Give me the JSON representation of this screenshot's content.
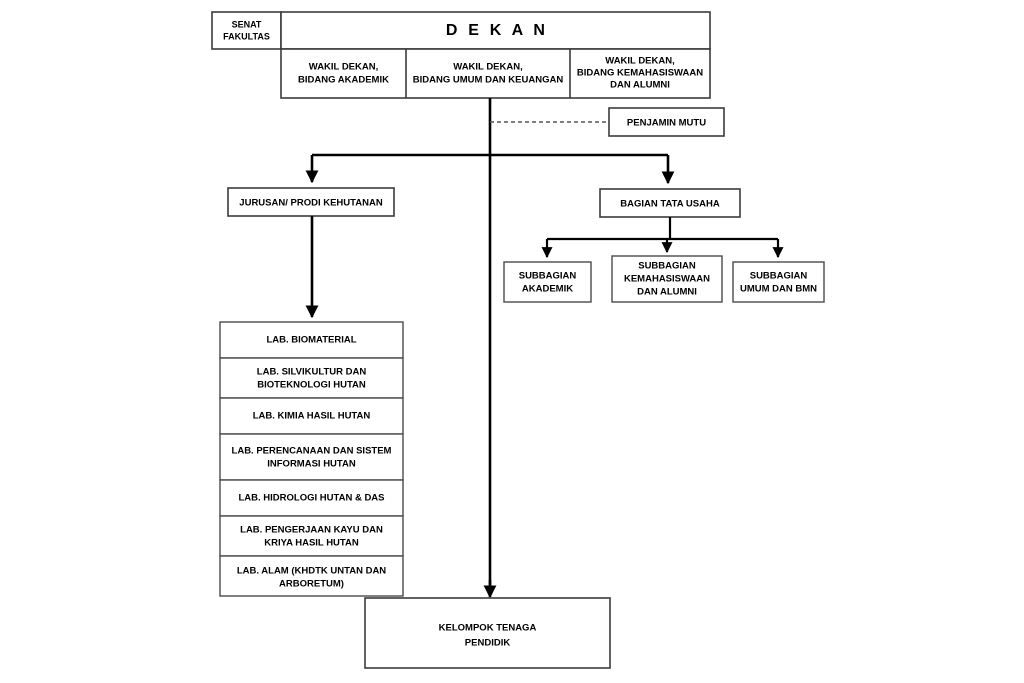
{
  "chart": {
    "type": "org-chart",
    "title": "DEKAN",
    "senat": "SENAT\nFAKULTAS",
    "senat_line1": "SENAT",
    "senat_line2": "FAKULTAS",
    "dekan_label": "D E K A N"
  },
  "wakil_dekan": [
    {
      "line1": "WAKIL DEKAN,",
      "line2": "BIDANG AKADEMIK",
      "line3": ""
    },
    {
      "line1": "WAKIL DEKAN,",
      "line2": "BIDANG UMUM DAN KEUANGAN",
      "line3": ""
    },
    {
      "line1": "WAKIL DEKAN,",
      "line2": "BIDANG KEMAHASISWAAN",
      "line3": "DAN ALUMNI"
    }
  ],
  "penjamin_mutu": {
    "label": "PENJAMIN MUTU"
  },
  "branches": {
    "left": {
      "label": "JURUSAN/ PRODI KEHUTANAN"
    },
    "right": {
      "label": "BAGIAN TATA USAHA"
    }
  },
  "subbagian": [
    {
      "line1": "SUBBAGIAN",
      "line2": "AKADEMIK",
      "line3": ""
    },
    {
      "line1": "SUBBAGIAN",
      "line2": "KEMAHASISWAAN",
      "line3": "DAN ALUMNI"
    },
    {
      "line1": "SUBBAGIAN",
      "line2": "UMUM DAN BMN",
      "line3": ""
    }
  ],
  "laboratories": [
    {
      "line1": "LAB. BIOMATERIAL",
      "line2": ""
    },
    {
      "line1": "LAB. SILVIKULTUR DAN",
      "line2": "BIOTEKNOLOGI HUTAN"
    },
    {
      "line1": "LAB. KIMIA HASIL HUTAN",
      "line2": ""
    },
    {
      "line1": "LAB. PERENCANAAN DAN SISTEM",
      "line2": "INFORMASI HUTAN"
    },
    {
      "line1": "LAB. HIDROLOGI HUTAN & DAS",
      "line2": ""
    },
    {
      "line1": "LAB. PENGERJAAN KAYU DAN",
      "line2": "KRIYA HASIL HUTAN"
    },
    {
      "line1": "LAB. ALAM (KHDTK UNTAN DAN",
      "line2": "ARBORETUM)"
    }
  ],
  "kelompok": {
    "line1": "KELOMPOK TENAGA",
    "line2": "PENDIDIK"
  },
  "colors": {
    "background": "#ffffff",
    "box_border": "#3b3b3b",
    "connector": "#000000",
    "dashed_connector": "#555555",
    "text": "#000000"
  }
}
